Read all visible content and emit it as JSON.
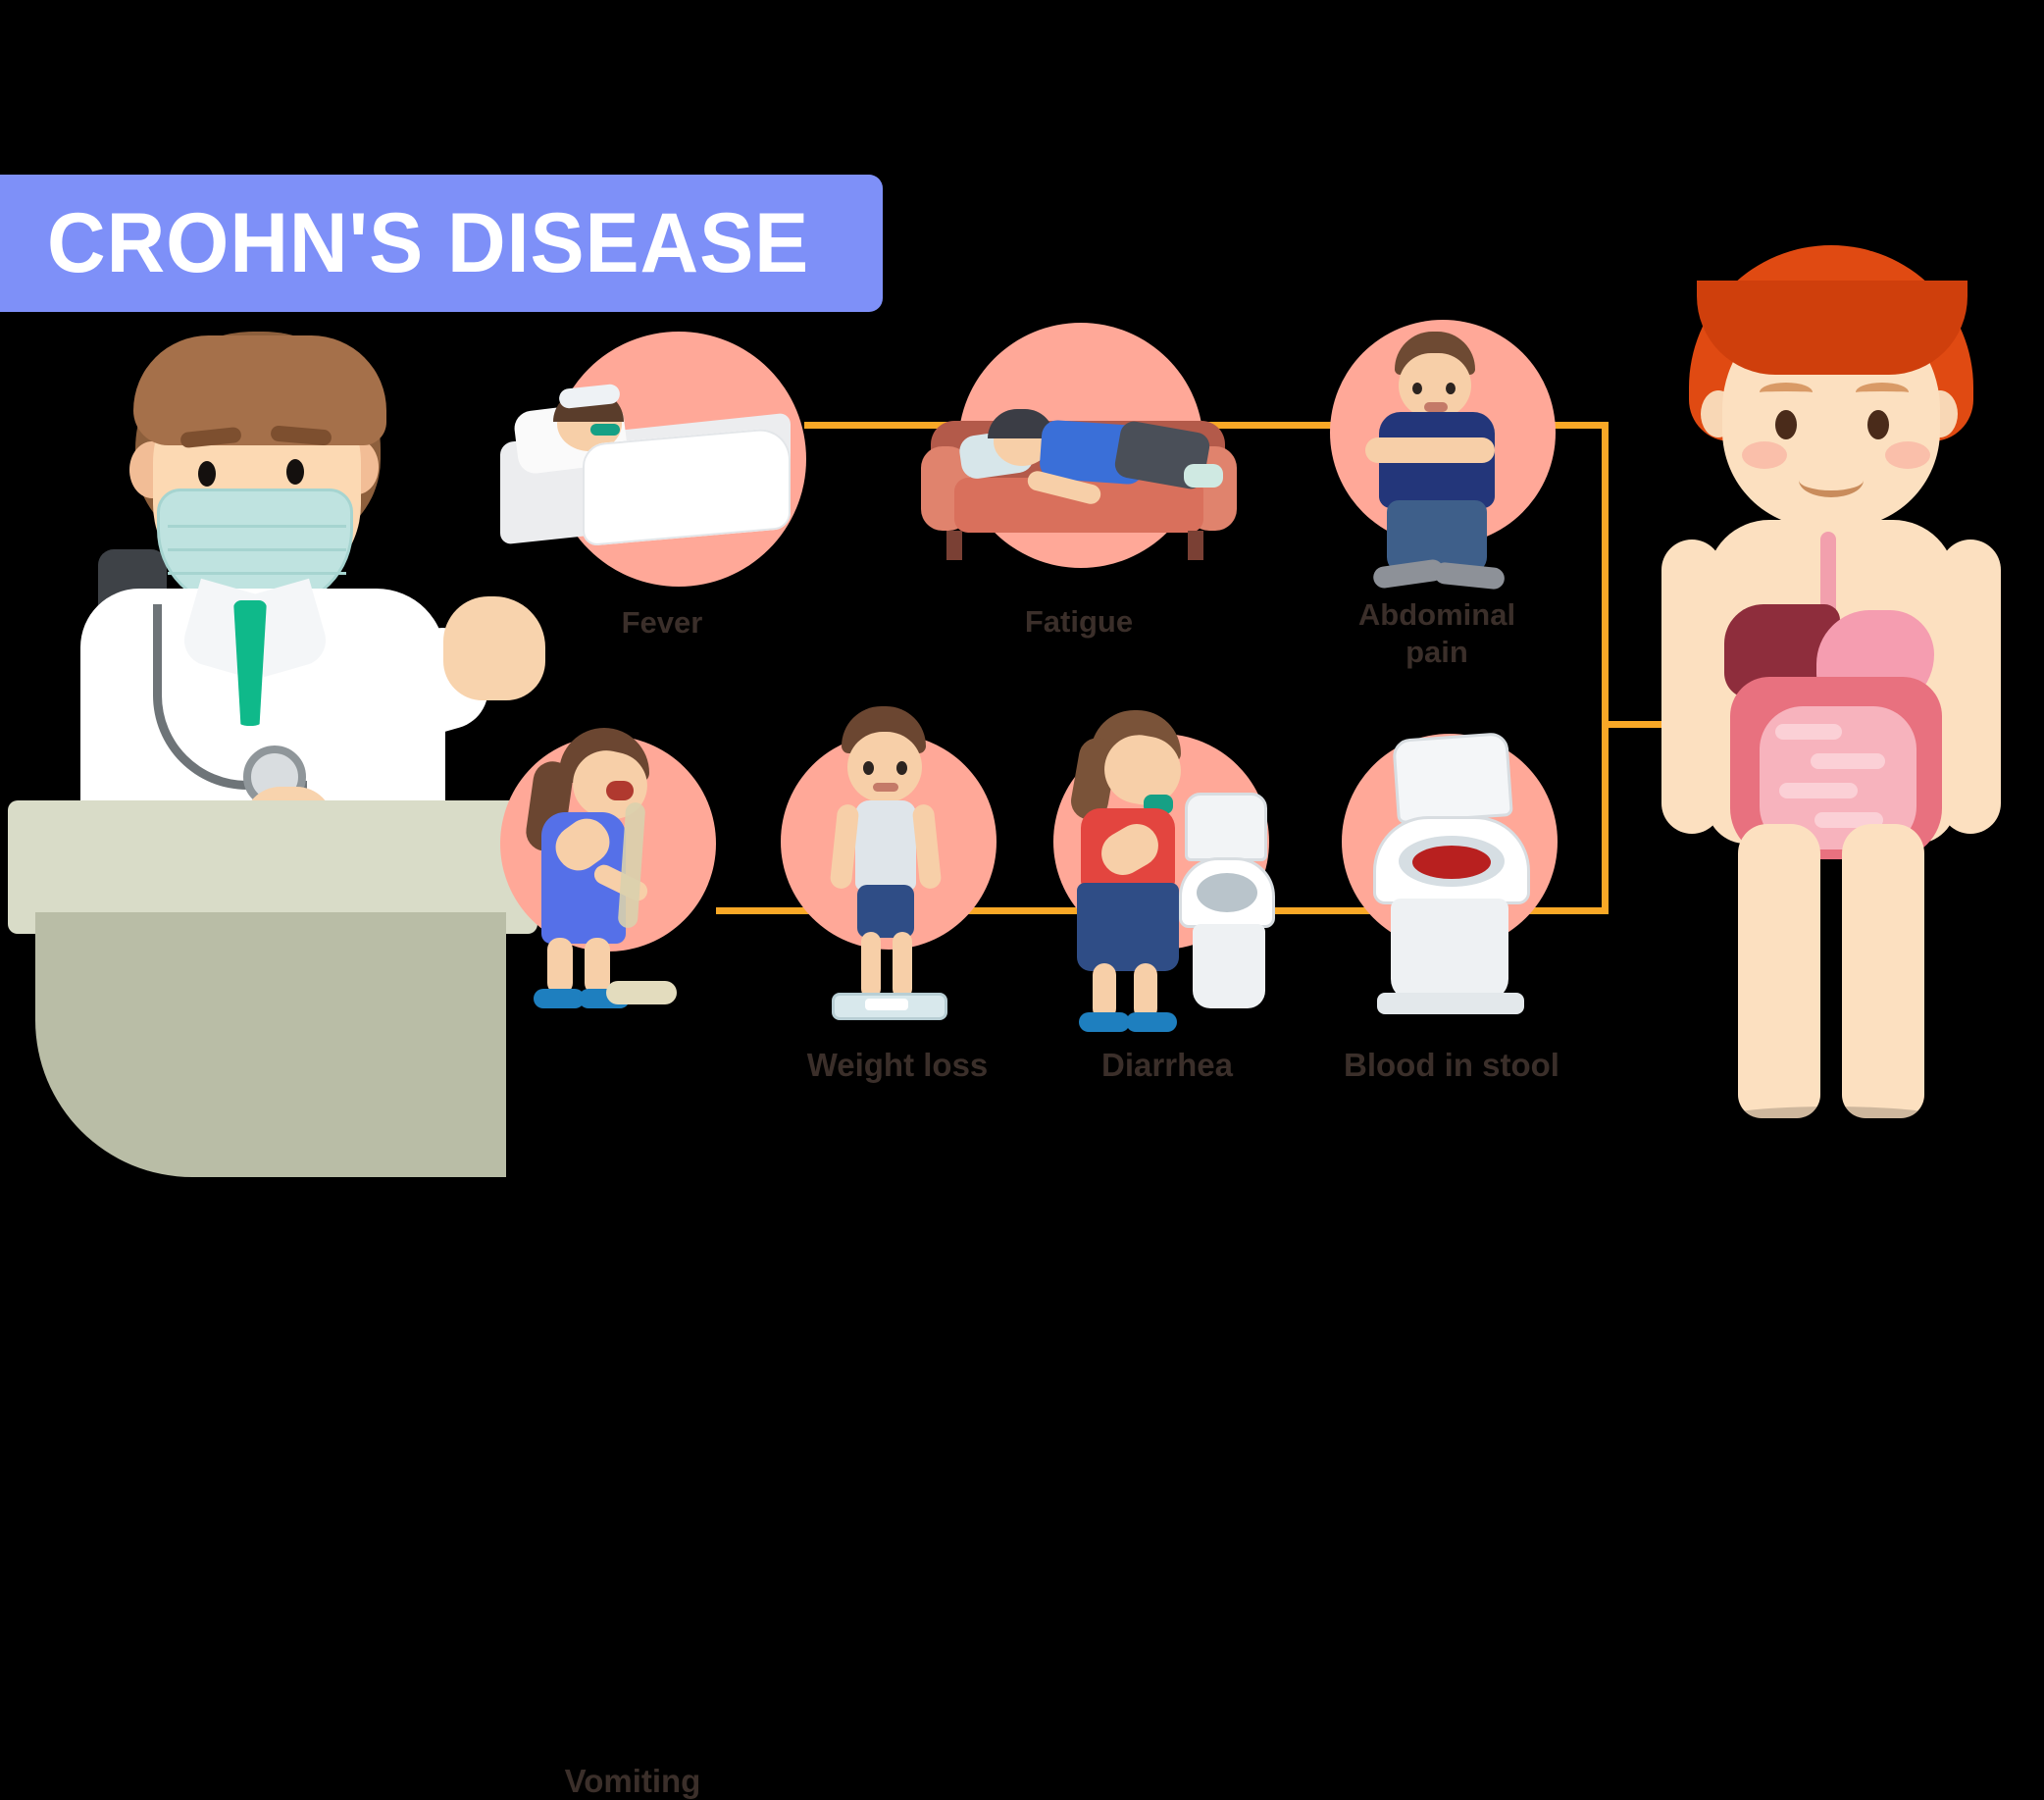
{
  "title": {
    "text": "CROHN'S DISEASE",
    "banner_color": "#7e90f8",
    "text_color": "#ffffff"
  },
  "theme": {
    "circle_color": "#ffa898",
    "connector_color": "#f9a826",
    "highlight_dot_color": "#fbd46a",
    "label_color": "#3b2f2a",
    "background": "#000000"
  },
  "figures": {
    "doctor": {
      "name": "doctor-presenter",
      "description": "Doctor in white coat with surgical mask, stethoscope and green tie seated at desk"
    },
    "patient_body": {
      "name": "anatomy-boy",
      "description": "Boy with red hair showing digestive tract: liver, stomach, small intestine and colon",
      "highlight": "intestine"
    }
  },
  "symptoms_top": [
    {
      "id": "fever",
      "label": "Fever",
      "icon": "person-in-bed-icon"
    },
    {
      "id": "fatigue",
      "label": "Fatigue",
      "icon": "person-on-couch-icon"
    },
    {
      "id": "abdominal-pain",
      "label": "Abdominal pain",
      "label_line1": "Abdominal",
      "label_line2": "pain",
      "icon": "person-holding-stomach-icon"
    }
  ],
  "symptoms_bottom": [
    {
      "id": "vomiting",
      "label": "Vomiting",
      "icon": "girl-vomiting-icon"
    },
    {
      "id": "weight-loss",
      "label": "Weight loss",
      "icon": "boy-on-scale-icon"
    },
    {
      "id": "diarrhea",
      "label": "Diarrhea",
      "icon": "woman-with-toilet-icon"
    },
    {
      "id": "blood-in-stool",
      "label": "Blood in stool",
      "icon": "toilet-with-blood-icon"
    }
  ]
}
